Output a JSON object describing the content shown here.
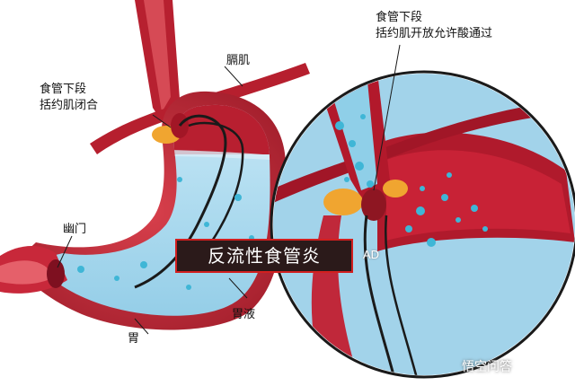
{
  "labels": {
    "diaphragm": "膈肌",
    "les_closed_line1": "食管下段",
    "les_closed_line2": "括约肌闭合",
    "pylorus": "幽门",
    "stomach": "胃",
    "gastric_fluid": "胃液",
    "les_open_line1": "食管下段",
    "les_open_line2": "括约肌开放允许酸通过"
  },
  "title": "反流性食管炎",
  "ad_tag": "AD",
  "watermark": "悟空问答",
  "colors": {
    "tissue_red": "#c8283a",
    "tissue_dark": "#8e1622",
    "fluid_blue": "#a8d8ee",
    "fat_yellow": "#f0a530",
    "title_border": "#d21f1f"
  }
}
